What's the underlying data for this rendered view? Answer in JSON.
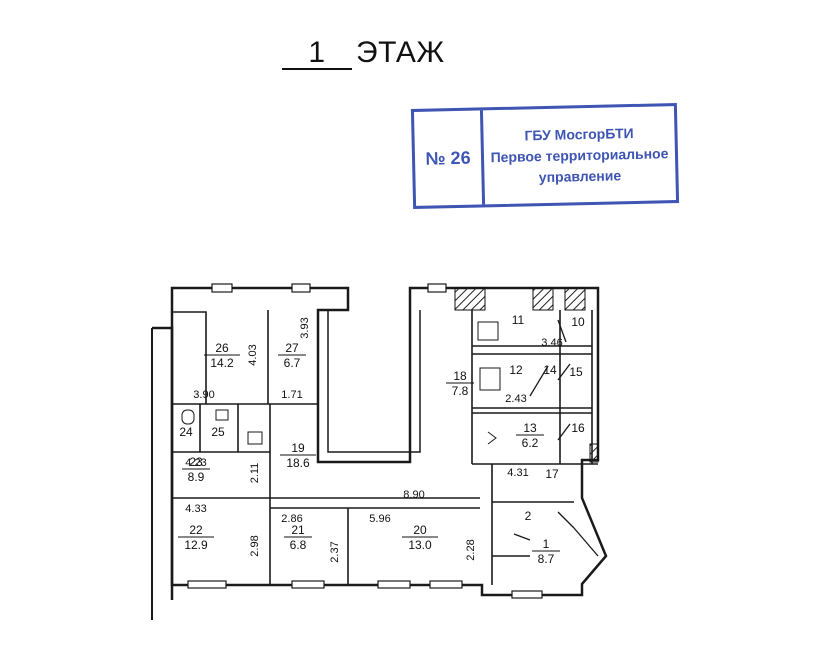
{
  "floor": {
    "number": "1",
    "label": "ЭТАЖ"
  },
  "stamp": {
    "number": "№ 26",
    "org": "ГБУ МосгорБТИ",
    "line2": "Первое территориальное",
    "line3": "управление",
    "color": "#3e55b3"
  },
  "rooms": [
    {
      "id": "room-26",
      "number": "26",
      "area": "14.2"
    },
    {
      "id": "room-27",
      "number": "27",
      "area": "6.7"
    },
    {
      "id": "room-24",
      "number": "24",
      "area": ""
    },
    {
      "id": "room-25",
      "number": "25",
      "area": ""
    },
    {
      "id": "room-19",
      "number": "19",
      "area": "18.6"
    },
    {
      "id": "room-23",
      "number": "23",
      "area": "8.9"
    },
    {
      "id": "room-22",
      "number": "22",
      "area": "12.9"
    },
    {
      "id": "room-21",
      "number": "21",
      "area": "6.8"
    },
    {
      "id": "room-20",
      "number": "20",
      "area": "13.0"
    },
    {
      "id": "room-18",
      "number": "18",
      "area": "7.8"
    },
    {
      "id": "room-11",
      "number": "11",
      "area": ""
    },
    {
      "id": "room-10",
      "number": "10",
      "area": ""
    },
    {
      "id": "room-12",
      "number": "12",
      "area": ""
    },
    {
      "id": "room-14",
      "number": "14",
      "area": ""
    },
    {
      "id": "room-15",
      "number": "15",
      "area": ""
    },
    {
      "id": "room-13",
      "number": "13",
      "area": "6.2"
    },
    {
      "id": "room-16",
      "number": "16",
      "area": ""
    },
    {
      "id": "room-17",
      "number": "17",
      "area": ""
    },
    {
      "id": "room-2",
      "number": "2",
      "area": ""
    },
    {
      "id": "room-1",
      "number": "1",
      "area": "8.7"
    }
  ],
  "dimensions": [
    "4.03",
    "3.93",
    "3.90",
    "1.71",
    "4.23",
    "2.11",
    "8.90",
    "4.33",
    "2.98",
    "2.86",
    "2.37",
    "5.96",
    "2.28",
    "3.46",
    "2.43",
    "4.31"
  ]
}
